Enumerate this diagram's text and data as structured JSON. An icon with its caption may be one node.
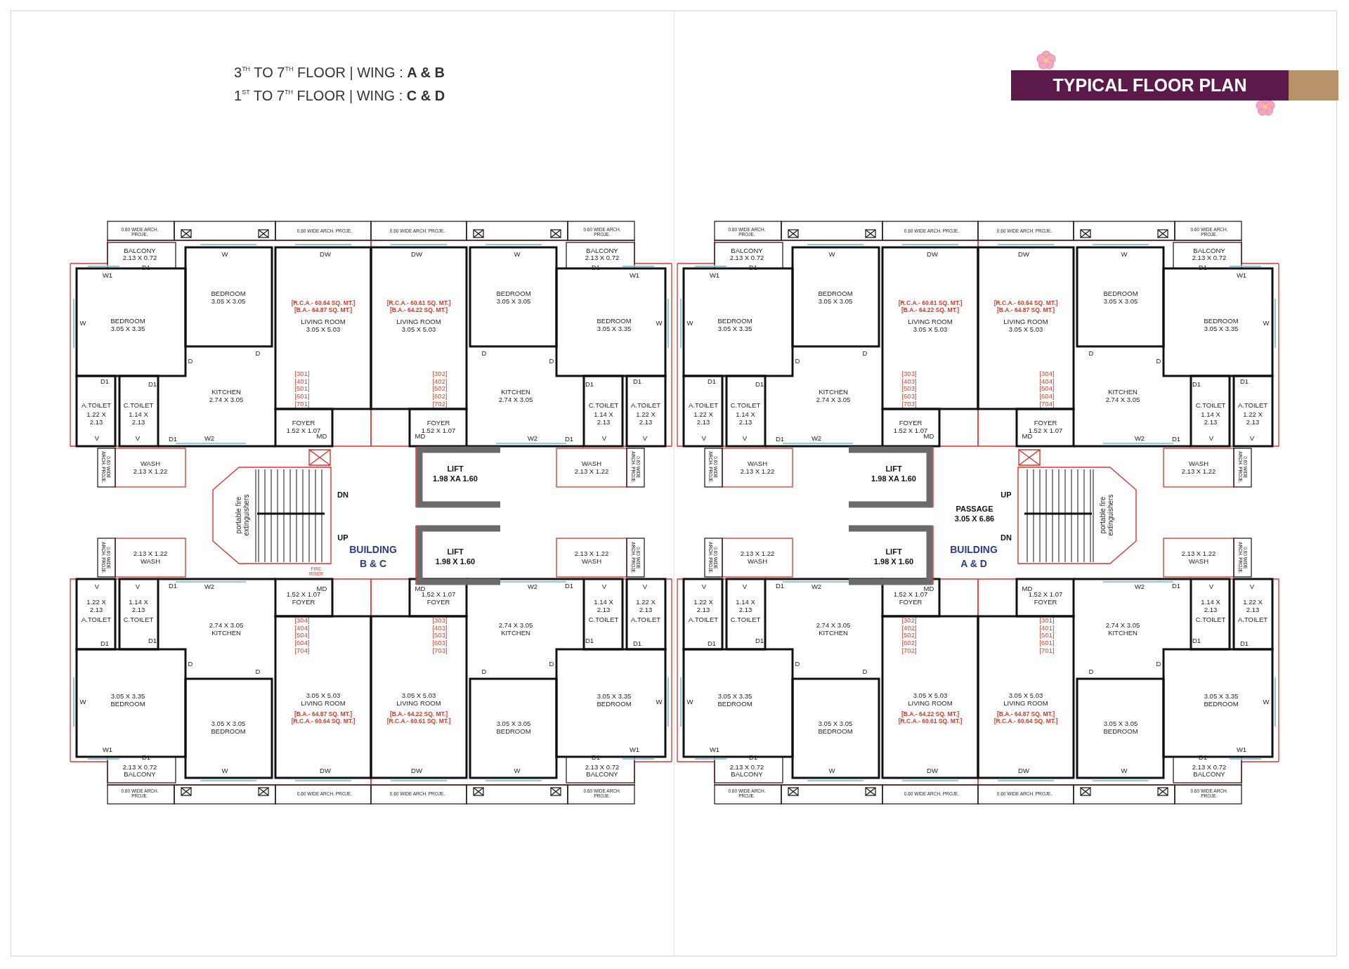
{
  "diagram": {
    "title": "TYPICAL FLOOR PLAN",
    "labels": [
      "3$^{TH}$ TO 7$^{TH}$ FLOOR | WING : **A & B**",
      "1$^{ST}$ TO 7$^{TH}$ FLOOR | WING : **C & D**",
      "0.60 WIDE ARCH. PROJE.",
      "BALCONY",
      "2.13 X 0.72",
      "0.60 WIDE ARCH. PROJE.",
      "W",
      "DW",
      "W1",
      "D1",
      "BEDROOM",
      "3.05 X 3.05",
      "[R.C.A.- 60.64 SQ. MT.]",
      "[B.A.- 64.87 SQ. MT.]",
      "LIVING ROOM",
      "3.05 X 5.03",
      "W",
      "BEDROOM",
      "3.05 X 3.35",
      "D",
      "D",
      "D1",
      "KITCHEN",
      "2.74 X 3.05",
      "[301] [401][501] [601][701]",
      "A.TOILET",
      "1.22 X 2.13",
      "C.TOILET",
      "1.14 X 2.13",
      "D1",
      "V",
      "V",
      "D1",
      "W2",
      "FOYER",
      "1.52 X 1.07",
      "MD",
      "WASH",
      "2.13 X 1.22",
      "0.60 WIDE ARCH. PROJE.",
      "0.60 WIDE ARCH. PROJE.",
      "BALCONY",
      "2.13 X 0.72",
      "0.60 WIDE ARCH. PROJE.",
      "W",
      "DW",
      "W1",
      "D1",
      "BEDROOM",
      "3.05 X 3.05",
      "[R.C.A.- 60.61 SQ. MT.]",
      "[B.A.- 64.22 SQ. MT.]",
      "LIVING ROOM",
      "3.05 X 5.03",
      "W",
      "BEDROOM",
      "3.05 X 3.35",
      "D",
      "D",
      "D1",
      "KITCHEN",
      "2.74 X 3.05",
      "[302] [402][502] [602][702]",
      "A.TOILET",
      "1.22 X 2.13",
      "C.TOILET",
      "1.14 X 2.13",
      "D1",
      "V",
      "V",
      "D1",
      "W2",
      "FOYER",
      "1.52 X 1.07",
      "MD",
      "WASH",
      "2.13 X 1.22",
      "0.60 WIDE ARCH. PROJE.",
      "0.60 WIDE ARCH. PROJE.",
      "BALCONY",
      "2.13 X 0.72",
      "0.60 WIDE ARCH. PROJE.",
      "W",
      "DW",
      "W1",
      "D1",
      "BEDROOM",
      "3.05 X 3.05",
      "[R.C.A.- 60.61 SQ. MT.]",
      "[B.A.- 64.22 SQ. MT.]",
      "LIVING ROOM",
      "3.05 X 5.03",
      "W",
      "BEDROOM",
      "3.05 X 3.35",
      "D",
      "D",
      "D1",
      "KITCHEN",
      "2.74 X 3.05",
      "[303] [403][503] [603][703]",
      "A.TOILET",
      "1.22 X 2.13",
      "C.TOILET",
      "1.14 X 2.13",
      "D1",
      "V",
      "V",
      "D1",
      "W2",
      "FOYER",
      "1.52 X 1.07",
      "MD",
      "WASH",
      "2.13 X 1.22",
      "0.60 WIDE ARCH. PROJE.",
      "0.60 WIDE ARCH. PROJE.",
      "BALCONY",
      "2.13 X 0.72",
      "0.60 WIDE ARCH. PROJE.",
      "W",
      "DW",
      "W1",
      "D1",
      "BEDROOM",
      "3.05 X 3.05",
      "[R.C.A.- 60.64 SQ. MT.]",
      "[B.A.- 64.87 SQ. MT.]",
      "LIVING ROOM",
      "3.05 X 5.03",
      "W",
      "BEDROOM",
      "3.05 X 3.35",
      "D",
      "D",
      "D1",
      "KITCHEN",
      "2.74 X 3.05",
      "[304] [404][504] [604][704]",
      "A.TOILET",
      "1.22 X 2.13",
      "C.TOILET",
      "1.14 X 2.13",
      "D1",
      "V",
      "V",
      "D1",
      "W2",
      "FOYER",
      "1.52 X 1.07",
      "MD",
      "WASH",
      "2.13 X 1.22",
      "0.60 WIDE ARCH. PROJE.",
      "0.60 WIDE ARCH. PROJE.",
      "BALCONY",
      "2.13 X 0.72",
      "0.60 WIDE ARCH. PROJE.",
      "W",
      "DW",
      "W1",
      "D1",
      "BEDROOM",
      "3.05 X 3.05",
      "[R.C.A.- 60.64 SQ. MT.]",
      "[B.A.- 64.87 SQ. MT.]",
      "LIVING ROOM",
      "3.05 X 5.03",
      "W",
      "BEDROOM",
      "3.05 X 3.35",
      "D",
      "D",
      "D1",
      "KITCHEN",
      "2.74 X 3.05",
      "[304] [404][504] [604][704]",
      "A.TOILET",
      "1.22 X 2.13",
      "C.TOILET",
      "1.14 X 2.13",
      "D1",
      "V",
      "V",
      "D1",
      "W2",
      "FOYER",
      "1.52 X 1.07",
      "MD",
      "WASH",
      "2.13 X 1.22",
      "0.60 WIDE ARCH. PROJE.",
      "0.60 WIDE ARCH. PROJE.",
      "BALCONY",
      "2.13 X 0.72",
      "0.60 WIDE ARCH. PROJE.",
      "W",
      "DW",
      "W1",
      "D1",
      "BEDROOM",
      "3.05 X 3.05",
      "[R.C.A.- 60.61 SQ. MT.]",
      "[B.A.- 64.22 SQ. MT.]",
      "LIVING ROOM",
      "3.05 X 5.03",
      "W",
      "BEDROOM",
      "3.05 X 3.35",
      "D",
      "D",
      "D1",
      "KITCHEN",
      "2.74 X 3.05",
      "[303] [403][503] [603][703]",
      "A.TOILET",
      "1.22 X 2.13",
      "C.TOILET",
      "1.14 X 2.13",
      "D1",
      "V",
      "V",
      "D1",
      "W2",
      "FOYER",
      "1.52 X 1.07",
      "MD",
      "WASH",
      "2.13 X 1.22",
      "0.60 WIDE ARCH. PROJE.",
      "0.60 WIDE ARCH. PROJE.",
      "BALCONY",
      "2.13 X 0.72",
      "0.60 WIDE ARCH. PROJE.",
      "W",
      "DW",
      "W1",
      "D1",
      "BEDROOM",
      "3.05 X 3.05",
      "[R.C.A.- 60.61 SQ. MT.]",
      "[B.A.- 64.22 SQ. MT.]",
      "LIVING ROOM",
      "3.05 X 5.03",
      "W",
      "BEDROOM",
      "3.05 X 3.35",
      "D",
      "D",
      "D1",
      "KITCHEN",
      "2.74 X 3.05",
      "[302] [402][502] [602][702]",
      "A.TOILET",
      "1.22 X 2.13",
      "C.TOILET",
      "1.14 X 2.13",
      "D1",
      "V",
      "V",
      "D1",
      "W2",
      "FOYER",
      "1.52 X 1.07",
      "MD",
      "WASH",
      "2.13 X 1.22",
      "0.60 WIDE ARCH. PROJE.",
      "0.60 WIDE ARCH. PROJE.",
      "BALCONY",
      "2.13 X 0.72",
      "0.60 WIDE ARCH. PROJE.",
      "W",
      "DW",
      "W1",
      "D1",
      "BEDROOM",
      "3.05 X 3.05",
      "[R.C.A.- 60.64 SQ. MT.]",
      "[B.A.- 64.87 SQ. MT.]",
      "LIVING ROOM",
      "3.05 X 5.03",
      "W",
      "BEDROOM",
      "3.05 X 3.35",
      "D",
      "D",
      "D1",
      "KITCHEN",
      "2.74 X 3.05",
      "[301] [401][501] [601][701]",
      "A.TOILET",
      "1.22 X 2.13",
      "C.TOILET",
      "1.14 X 2.13",
      "D1",
      "V",
      "V",
      "D1",
      "W2",
      "FOYER",
      "1.52 X 1.07",
      "MD",
      "WASH",
      "2.13 X 1.22",
      "0.60 WIDE ARCH. PROJE.",
      "LIFT",
      "1.98 XA 1.60",
      "DN",
      "portable fire extinguishers",
      "UP",
      "BUILDING",
      "B & C",
      "LIFT",
      "1.98 X 1.60",
      "FIRE RISER",
      "LIFT",
      "1.98 XA 1.60",
      "PASSAGE",
      "3.05 X 6.86",
      "UP",
      "portable fire extinguishers",
      "DN",
      "BUILDING",
      "A & D",
      "LIFT",
      "1.98 X 1.60"
    ]
  }
}
